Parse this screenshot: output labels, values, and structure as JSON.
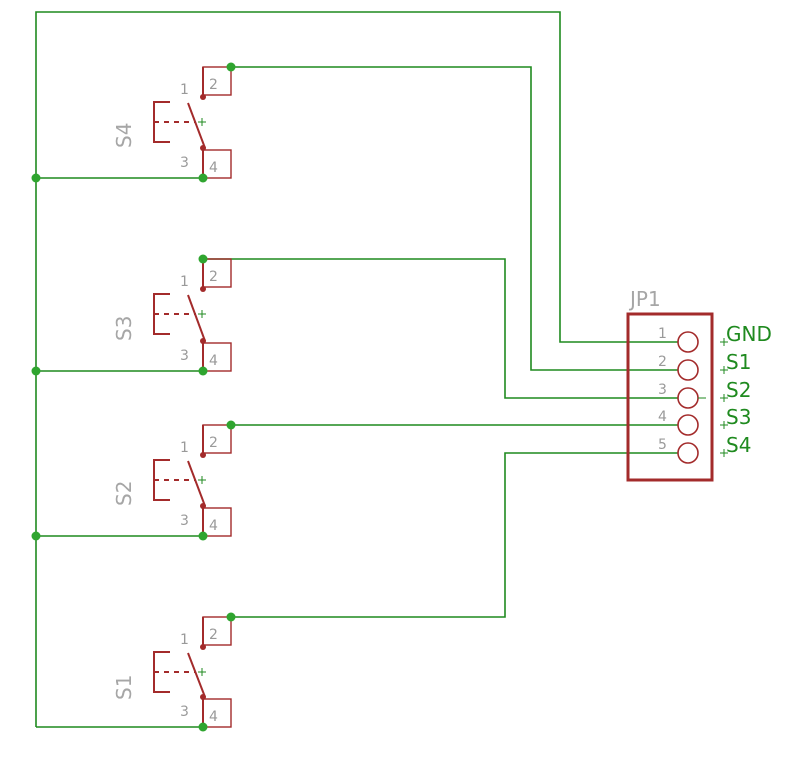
{
  "colors": {
    "wire": "#1f8a1f",
    "junction": "#2fa52f",
    "part": "#a32b2b",
    "label_grey": "#a6a6a6"
  },
  "switches": [
    {
      "name": "S4",
      "pin_a": "1",
      "pin_b": "3",
      "pin_c": "2",
      "pin_d": "4"
    },
    {
      "name": "S3",
      "pin_a": "1",
      "pin_b": "3",
      "pin_c": "2",
      "pin_d": "4"
    },
    {
      "name": "S2",
      "pin_a": "1",
      "pin_b": "3",
      "pin_c": "2",
      "pin_d": "4"
    },
    {
      "name": "S1",
      "pin_a": "1",
      "pin_b": "3",
      "pin_c": "2",
      "pin_d": "4"
    }
  ],
  "connector": {
    "name": "JP1",
    "pins": [
      {
        "num": "1",
        "net": "GND"
      },
      {
        "num": "2",
        "net": "S1"
      },
      {
        "num": "3",
        "net": "S2"
      },
      {
        "num": "4",
        "net": "S3"
      },
      {
        "num": "5",
        "net": "S4"
      }
    ]
  }
}
